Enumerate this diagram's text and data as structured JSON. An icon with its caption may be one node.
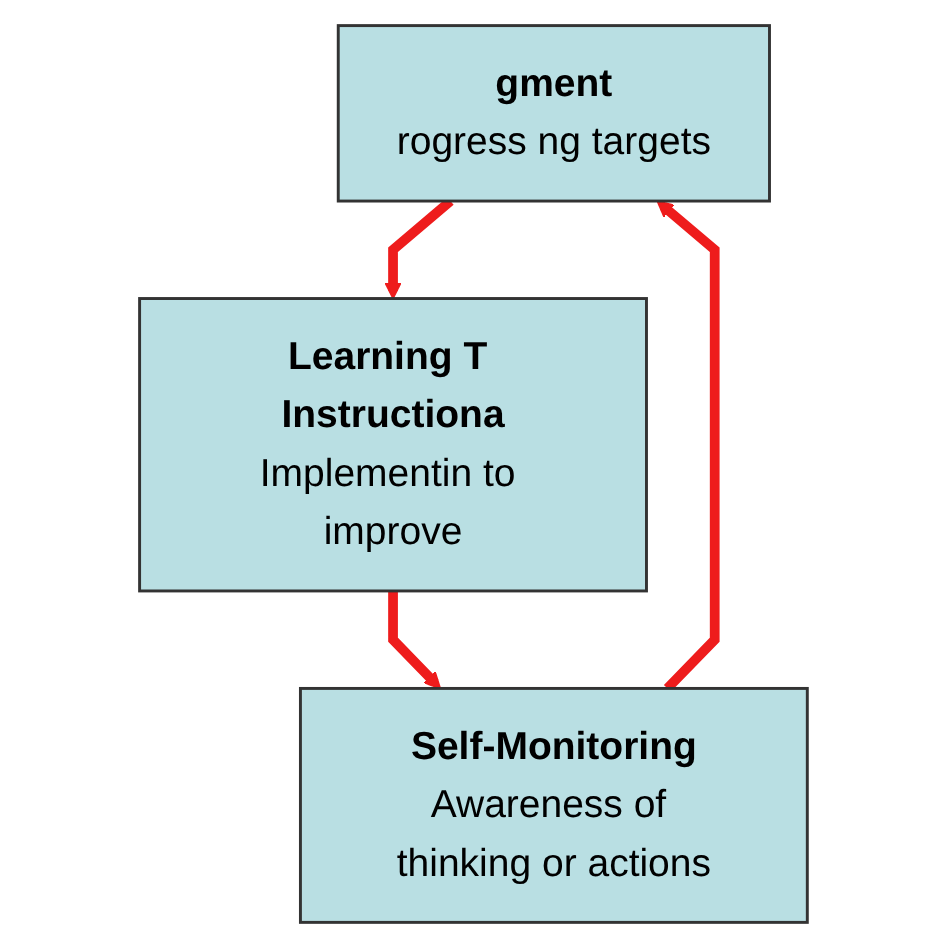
{
  "diagram": {
    "nodes": [
      {
        "text": [
          "gment",
          "rogress ng targets"
        ]
      },
      {
        "text": [
          "Learning T Instructiona",
          "Implementin to improve"
        ]
      },
      {
        "text": [
          "Self-Monitoring",
          "Awareness of thinking or actions"
        ]
      }
    ],
    "edges": [
      {
        "from": 0,
        "to": 1,
        "arrow": "to"
      },
      {
        "from": 1,
        "to": 2,
        "arrow": "to"
      },
      {
        "from": 2,
        "to": 0,
        "arrow": "to"
      }
    ]
  }
}
